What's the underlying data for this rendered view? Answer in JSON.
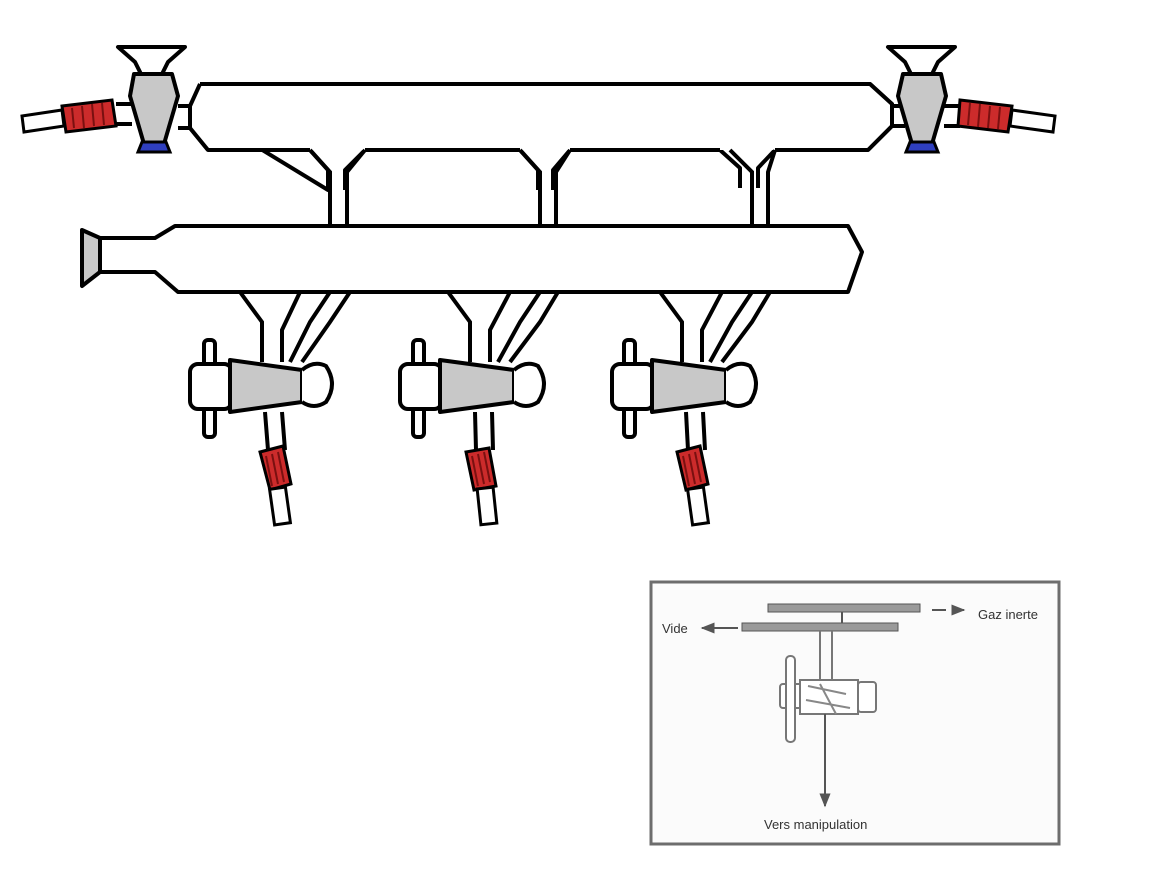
{
  "colors": {
    "glass_outline": "#000000",
    "glass_fill": "#ffffff",
    "stopcock_gray": "#c8c8c8",
    "septum_red": "#cc2b2b",
    "thread_dark": "#7a1010",
    "cap_blue": "#2f3fbf",
    "inset_frame": "#6d6d6d",
    "inset_bg": "#fbfbfb",
    "inset_tube": "#9a9a9a"
  },
  "icons": {
    "main_stopcock": "tap-stopcock-icon",
    "end_stopcock": "conical-stopcock-icon",
    "tube_connector": "hose-connector-icon",
    "flow_arrow": "arrow-icon"
  },
  "inset": {
    "labels": {
      "vacuum": "Vide",
      "inert_gas": "Gaz inerte",
      "to_setup": "Vers manipulation"
    }
  }
}
